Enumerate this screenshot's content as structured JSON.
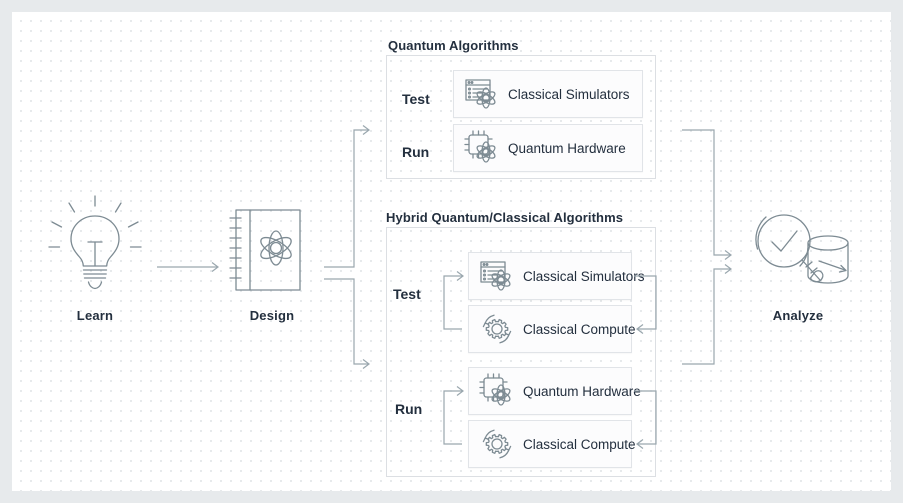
{
  "diagram": {
    "title_quantum": "Quantum Algorithms",
    "title_hybrid": "Hybrid Quantum/Classical Algorithms",
    "stages": [
      {
        "label": "Learn",
        "icon": "lightbulb-icon"
      },
      {
        "label": "Design",
        "icon": "notebook-atom-icon"
      },
      {
        "label": "Analyze",
        "icon": "magnifier-check-database-icon"
      }
    ],
    "quantum_section": {
      "title": "Quantum Algorithms",
      "rows": [
        {
          "mode": "Test",
          "card": {
            "label": "Classical Simulators",
            "icon": "window-atom-icon"
          }
        },
        {
          "mode": "Run",
          "card": {
            "label": "Quantum Hardware",
            "icon": "chip-atom-icon"
          }
        }
      ]
    },
    "hybrid_section": {
      "title": "Hybrid Quantum/Classical Algorithms",
      "groups": [
        {
          "mode": "Test",
          "cards": [
            {
              "label": "Classical Simulators",
              "icon": "window-atom-icon"
            },
            {
              "label": "Classical Compute",
              "icon": "gear-cycle-icon"
            }
          ]
        },
        {
          "mode": "Run",
          "cards": [
            {
              "label": "Quantum Hardware",
              "icon": "chip-atom-icon"
            },
            {
              "label": "Classical Compute",
              "icon": "gear-cycle-icon"
            }
          ]
        }
      ]
    },
    "colors": {
      "canvas": "#ffffff",
      "frame": "#e7eaec",
      "text": "#232f3e",
      "icon_stroke": "#7d8b93",
      "arrow": "#9aa7ae",
      "card_border": "#e1e4e8",
      "group_border": "#dcdfe3"
    }
  }
}
